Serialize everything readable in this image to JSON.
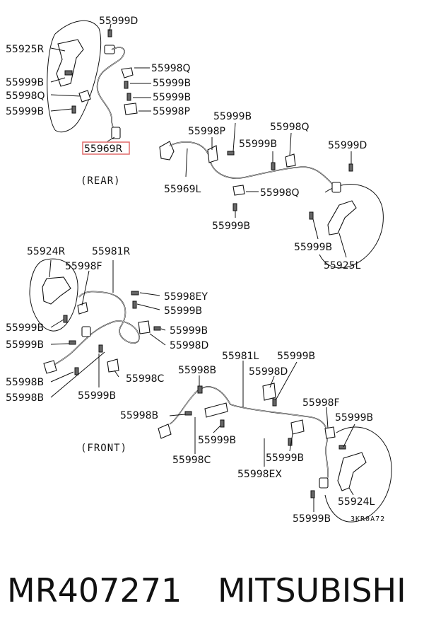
{
  "diagram": {
    "rear_label": "(REAR)",
    "front_label": "(FRONT)",
    "drawing_code": "3KR0A72",
    "highlight_color": "#e06a6a",
    "callouts": {
      "c55999D_1": "55999D",
      "c55925R": "55925R",
      "c55998Q_1": "55998Q",
      "c55999B_1": "55999B",
      "c55999B_2": "55999B",
      "c55998Q_2": "55998Q",
      "c55999B_3": "55999B",
      "c55999B_4": "55999B",
      "c55998P_1": "55998P",
      "c55969R": "55969R",
      "c55999B_5": "55999B",
      "c55998Q_3": "55998Q",
      "c55998P_2": "55998P",
      "c55999B_6": "55999B",
      "c55999D_2": "55999D",
      "c55969L": "55969L",
      "c55998Q_4": "55998Q",
      "c55999B_7": "55999B",
      "c55999B_8": "55999B",
      "c55925L": "55925L",
      "c55924R": "55924R",
      "c55981R": "55981R",
      "c55998F_1": "55998F",
      "c55998EY": "55998EY",
      "c55999B_9": "55999B",
      "c55999B_10": "55999B",
      "c55999B_11": "55999B",
      "c55999B_12": "55999B",
      "c55998D_1": "55998D",
      "c55981L": "55981L",
      "c55999B_13": "55999B",
      "c55998B_1": "55998B",
      "c55998C_1": "55998C",
      "c55998B_2": "55998B",
      "c55998B_3": "55998B",
      "c55999B_14": "55999B",
      "c55998D_2": "55998D",
      "c55998F_2": "55998F",
      "c55998B_4": "55998B",
      "c55999B_15": "55999B",
      "c55999B_16": "55999B",
      "c55998C_2": "55998C",
      "c55999B_17": "55999B",
      "c55998EX": "55998EX",
      "c55924L": "55924L",
      "c55999B_18": "55999B"
    }
  },
  "caption": {
    "part_number": "MR407271",
    "brand": "MITSUBISHI"
  }
}
